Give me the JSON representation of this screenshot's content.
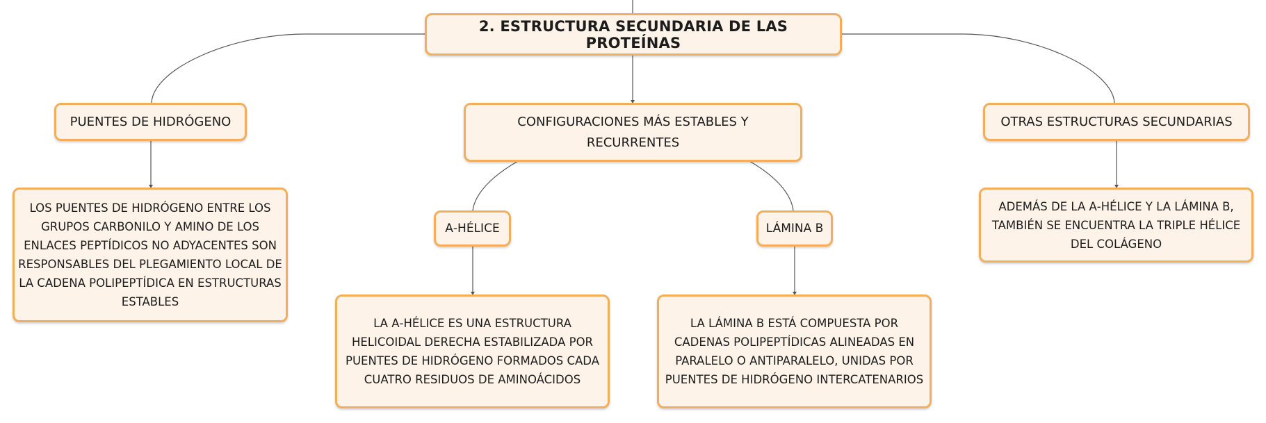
{
  "diagram": {
    "root": {
      "label": "2. ESTRUCTURA SECUNDARIA DE LAS PROTEÍNAS"
    },
    "branches": [
      {
        "label": "PUENTES DE HIDRÓGENO",
        "detail": "LOS PUENTES DE HIDRÓGENO ENTRE LOS GRUPOS CARBONILO Y AMINO DE LOS ENLACES PEPTÍDICOS NO ADYACENTES SON RESPONSABLES DEL PLEGAMIENTO LOCAL DE LA CADENA POLIPEPTÍDICA EN ESTRUCTURAS ESTABLES"
      },
      {
        "label": "CONFIGURACIONES MÁS ESTABLES Y RECURRENTES",
        "children": [
          {
            "label": "Α-HÉLICE",
            "detail": "LA Α-HÉLICE ES UNA ESTRUCTURA HELICOIDAL DERECHA ESTABILIZADA POR PUENTES DE HIDRÓGENO FORMADOS CADA CUATRO RESIDUOS DE AMINOÁCIDOS"
          },
          {
            "label": "LÁMINA Β",
            "detail": "LA LÁMINA Β ESTÁ COMPUESTA POR CADENAS POLIPEPTÍDICAS ALINEADAS EN PARALELO O ANTIPARALELO, UNIDAS POR PUENTES DE HIDRÓGENO INTERCATENARIOS"
          }
        ]
      },
      {
        "label": "OTRAS ESTRUCTURAS SECUNDARIAS",
        "detail": "ADEMÁS DE LA Α-HÉLICE Y LA LÁMINA Β, TAMBIÉN SE ENCUENTRA LA TRIPLE HÉLICE DEL COLÁGENO"
      }
    ]
  },
  "colors": {
    "node_fill": "#fdf3e9",
    "node_border": "#f3ae5b",
    "connector": "#555555",
    "text": "#1c1c1c"
  }
}
